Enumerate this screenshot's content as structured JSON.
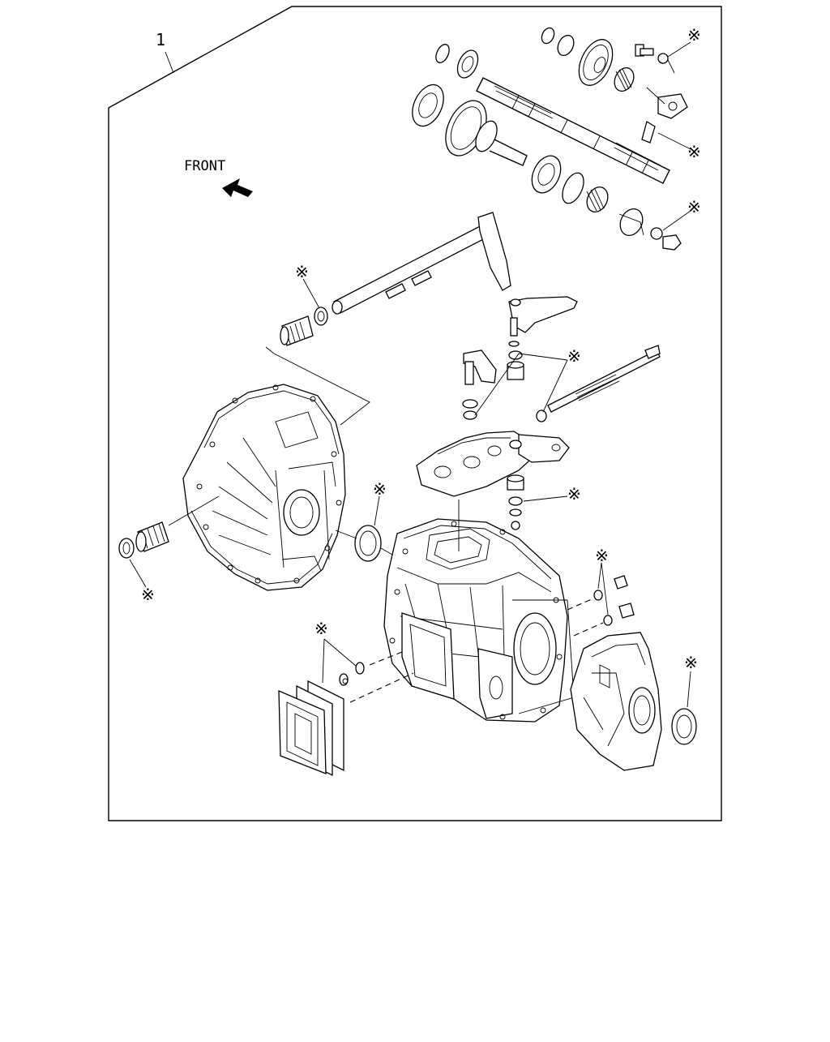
{
  "diagram": {
    "item_number": "1",
    "direction_label": "FRONT",
    "marker_symbol": "※",
    "colors": {
      "line": "#000000",
      "background": "#ffffff"
    },
    "parts": [
      "main-shaft-assembly",
      "shift-rod",
      "control-shaft",
      "shift-lever-assembly",
      "clutch-housing",
      "transmission-case",
      "rear-extension-housing",
      "side-cover",
      "oil-seal-front",
      "oil-seal-rear",
      "needle-bearing-left",
      "needle-bearing-rod"
    ]
  }
}
